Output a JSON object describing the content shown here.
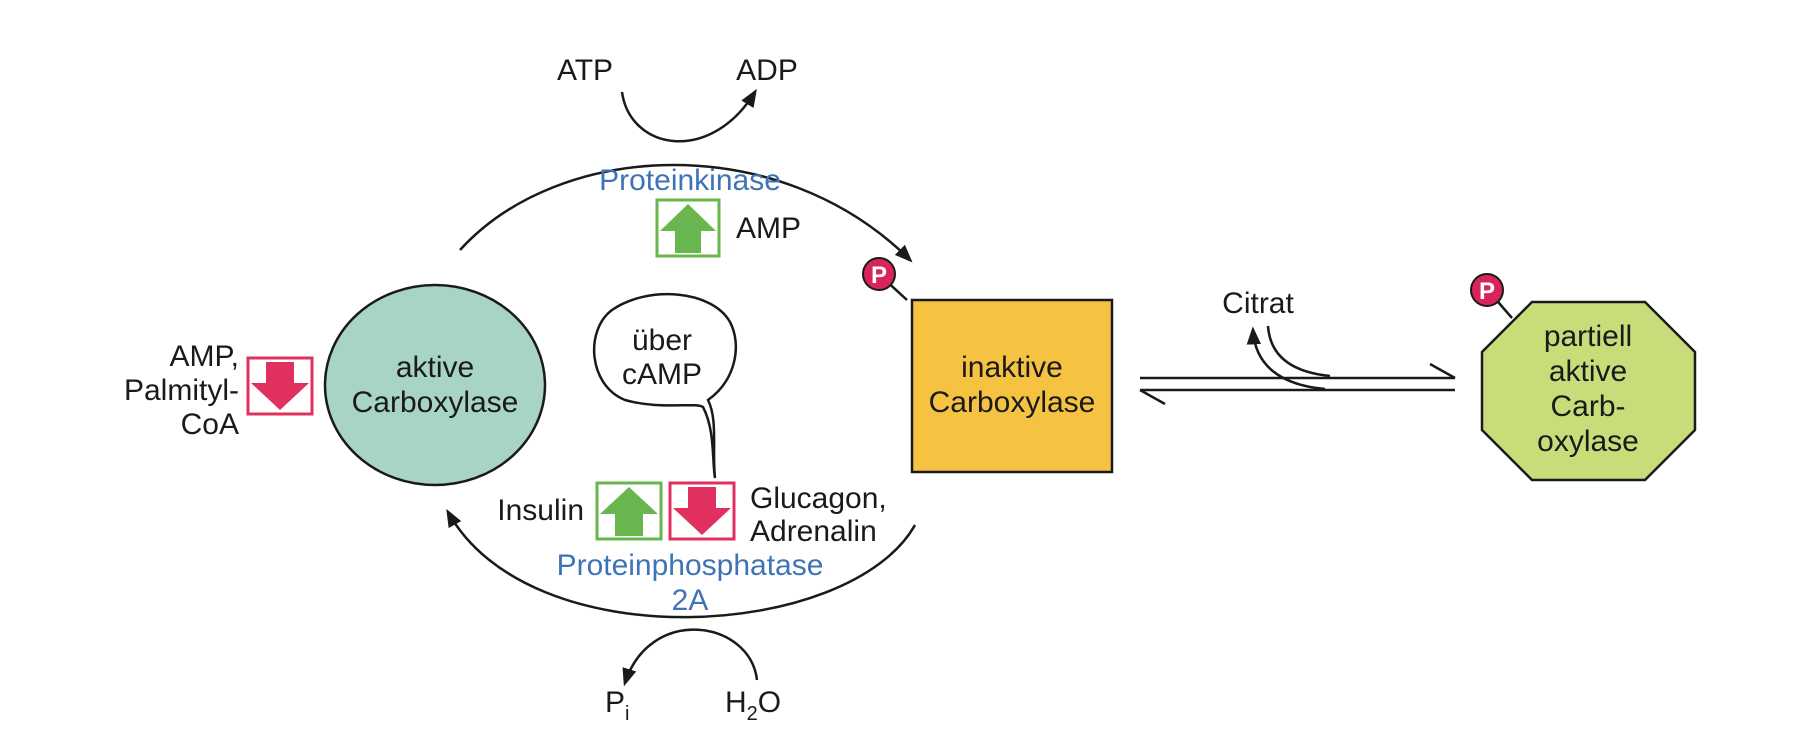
{
  "cofactors_top": {
    "atp": "ATP",
    "adp": "ADP"
  },
  "kinase": {
    "enzyme": "Proteinkinase",
    "activator": "AMP"
  },
  "active_enzyme": {
    "line1": "aktive",
    "line2": "Carboxylase"
  },
  "active_inhibitors": {
    "line1": "AMP,",
    "line2": "Palmityl-",
    "line3": "CoA"
  },
  "inactive_enzyme": {
    "line1": "inaktive",
    "line2": "Carboxylase"
  },
  "partial_enzyme": {
    "line1": "partiell",
    "line2": "aktive",
    "line3": "Carb-",
    "line4": "oxylase"
  },
  "citrate": "Citrat",
  "phospho_tag": "P",
  "speech_bubble": {
    "line1": "über",
    "line2": "cAMP"
  },
  "phosphatase": {
    "activator": "Insulin",
    "inhibitor_line1": "Glucagon,",
    "inhibitor_line2": "Adrenalin",
    "enzyme_line1": "Proteinphosphatase",
    "enzyme_line2": "2A"
  },
  "cofactors_bottom": {
    "pi_main": "P",
    "pi_sub": "i",
    "water_h": "H",
    "water_sub": "2",
    "water_o": "O"
  },
  "colors": {
    "active_fill": "#a8d4c4",
    "inactive_fill": "#f5c242",
    "partial_fill": "#c6dd7a",
    "phospho_fill": "#d9245a",
    "up_arrow": "#6ab64e",
    "down_arrow": "#e03060",
    "enzyme_text": "#3f73b8"
  }
}
